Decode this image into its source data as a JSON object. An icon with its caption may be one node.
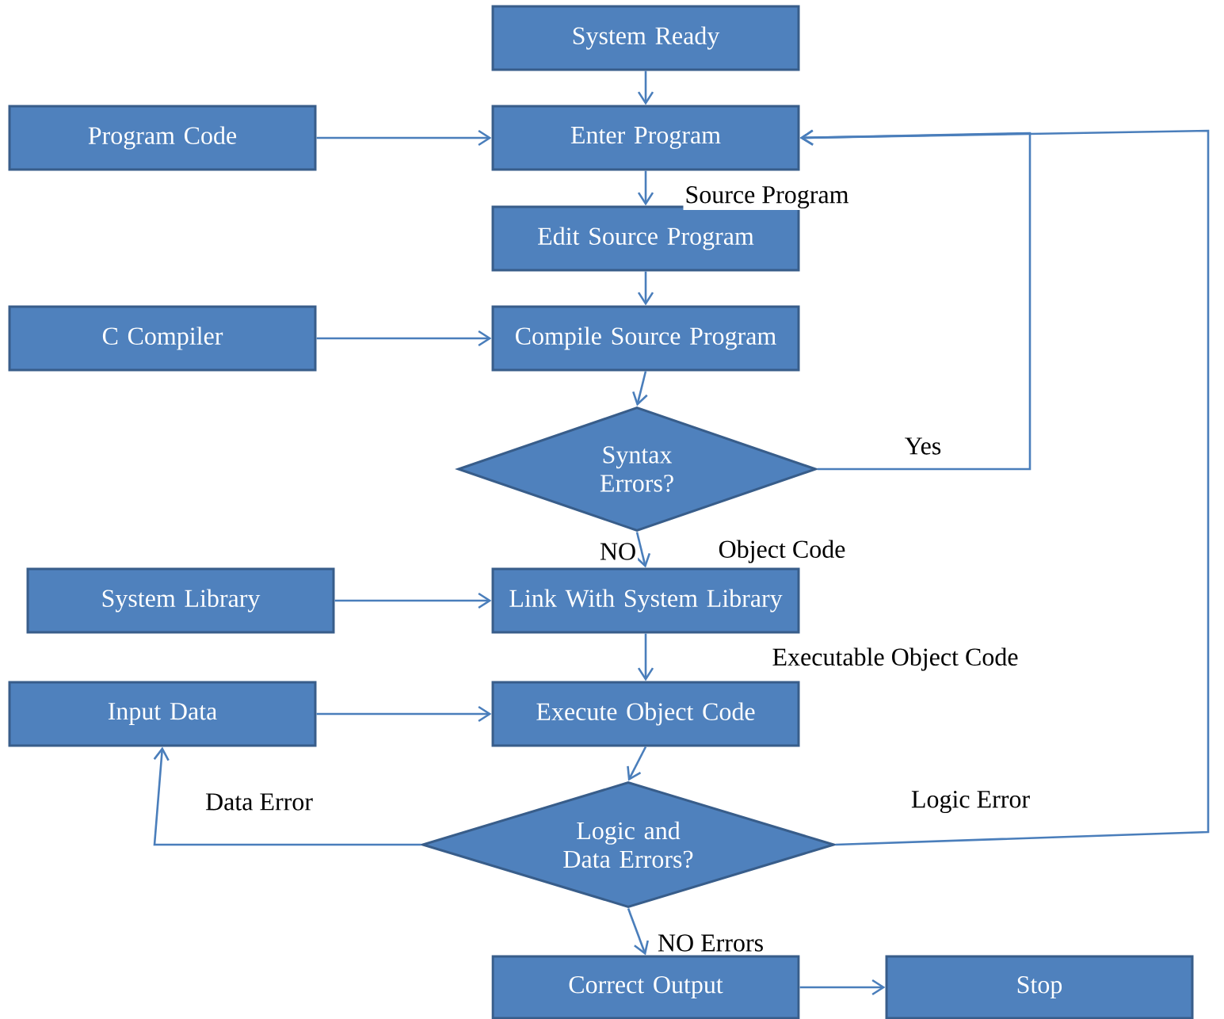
{
  "diagram": {
    "nodes": [
      {
        "text": [
          "System Ready"
        ]
      },
      {
        "text": [
          "Program Code"
        ]
      },
      {
        "text": [
          "Enter Program"
        ]
      },
      {
        "text": [
          "Edit Source Program"
        ]
      },
      {
        "text": [
          "C Compiler"
        ]
      },
      {
        "text": [
          "Compile Source Program"
        ]
      },
      {
        "text": [
          "Syntax Errors?"
        ]
      },
      {
        "text": [
          "System Library"
        ]
      },
      {
        "text": [
          "Link With System Library"
        ]
      },
      {
        "text": [
          "Input Data"
        ]
      },
      {
        "text": [
          "Execute Object Code"
        ]
      },
      {
        "text": [
          "Logic and Data Errors?"
        ]
      },
      {
        "text": [
          "Correct Output"
        ]
      },
      {
        "text": [
          "Stop"
        ]
      }
    ],
    "edges": [
      {
        "from": 0,
        "to": 2,
        "arrow": "to"
      },
      {
        "from": 1,
        "to": 2,
        "arrow": "to"
      },
      {
        "from": 2,
        "to": 3,
        "arrow": "to",
        "label": "Source Program"
      },
      {
        "from": 3,
        "to": 5,
        "arrow": "to"
      },
      {
        "from": 4,
        "to": 5,
        "arrow": "to"
      },
      {
        "from": 5,
        "to": 6,
        "arrow": "to"
      },
      {
        "from": 6,
        "to": 2,
        "arrow": "to",
        "label": "Yes"
      },
      {
        "from": 6,
        "to": 8,
        "arrow": "to",
        "label": "NO"
      },
      {
        "from": 7,
        "to": 8,
        "arrow": "to"
      },
      {
        "from": 8,
        "to": 10,
        "arrow": "to",
        "label": "Executable Object Code"
      },
      {
        "from": 9,
        "to": 10,
        "arrow": "to"
      },
      {
        "from": 10,
        "to": 11,
        "arrow": "to"
      },
      {
        "from": 11,
        "to": 9,
        "arrow": "to",
        "label": "Data Error"
      },
      {
        "from": 11,
        "to": 2,
        "arrow": "to",
        "label": "Logic Error"
      },
      {
        "from": 11,
        "to": 12,
        "arrow": "to",
        "label": "NO Errors"
      },
      {
        "from": 12,
        "to": 13,
        "arrow": "to"
      }
    ],
    "labels": [
      "Object Code"
    ]
  }
}
